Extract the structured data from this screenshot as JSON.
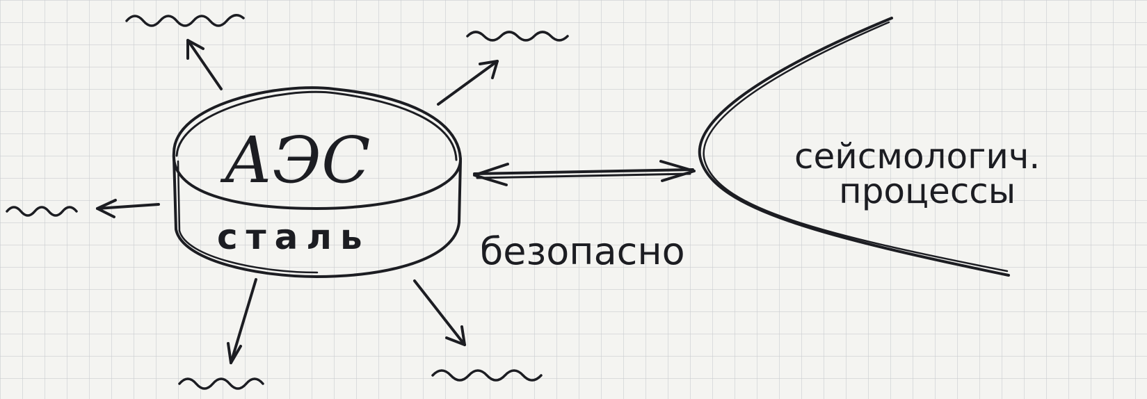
{
  "diagram": {
    "plant_label": "АЭС",
    "material_label": "сталь",
    "safety_label": "безопасно",
    "seismic_label_line1": "сейсмологич.",
    "seismic_label_line2": "процессы"
  },
  "colors": {
    "paper": "#f4f4f1",
    "grid": "#c9cccf",
    "ink": "#1c1d22"
  }
}
